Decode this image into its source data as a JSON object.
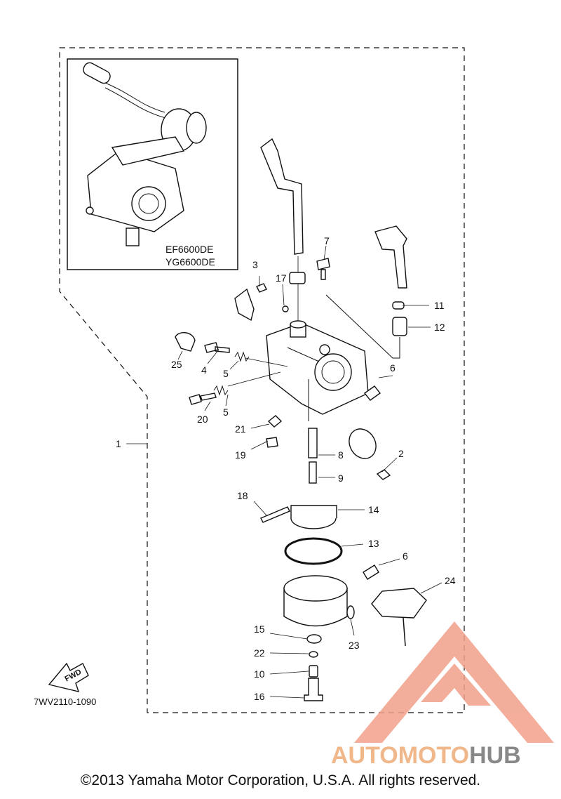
{
  "models": [
    "EF6600DE",
    "YG6600DE"
  ],
  "diagram_code": "7WV2110-1090",
  "fwd_label": "FWD",
  "part_labels": {
    "p1": "1",
    "p2": "2",
    "p3": "3",
    "p4": "4",
    "p5a": "5",
    "p5b": "5",
    "p6a": "6",
    "p6b": "6",
    "p7": "7",
    "p8": "8",
    "p9": "9",
    "p10": "10",
    "p11": "11",
    "p12": "12",
    "p13": "13",
    "p14": "14",
    "p15": "15",
    "p16": "16",
    "p17": "17",
    "p18": "18",
    "p19": "19",
    "p20": "20",
    "p21": "21",
    "p22": "22",
    "p23": "23",
    "p24": "24",
    "p25": "25"
  },
  "watermark": {
    "part1": "AUTOMOTO",
    "part2": "HUB",
    "color_main": "#f2a08a",
    "color_accent": "#f0c08a",
    "color_dark": "#888888"
  },
  "copyright": "©2013 Yamaha Motor Corporation, U.S.A. All rights reserved."
}
